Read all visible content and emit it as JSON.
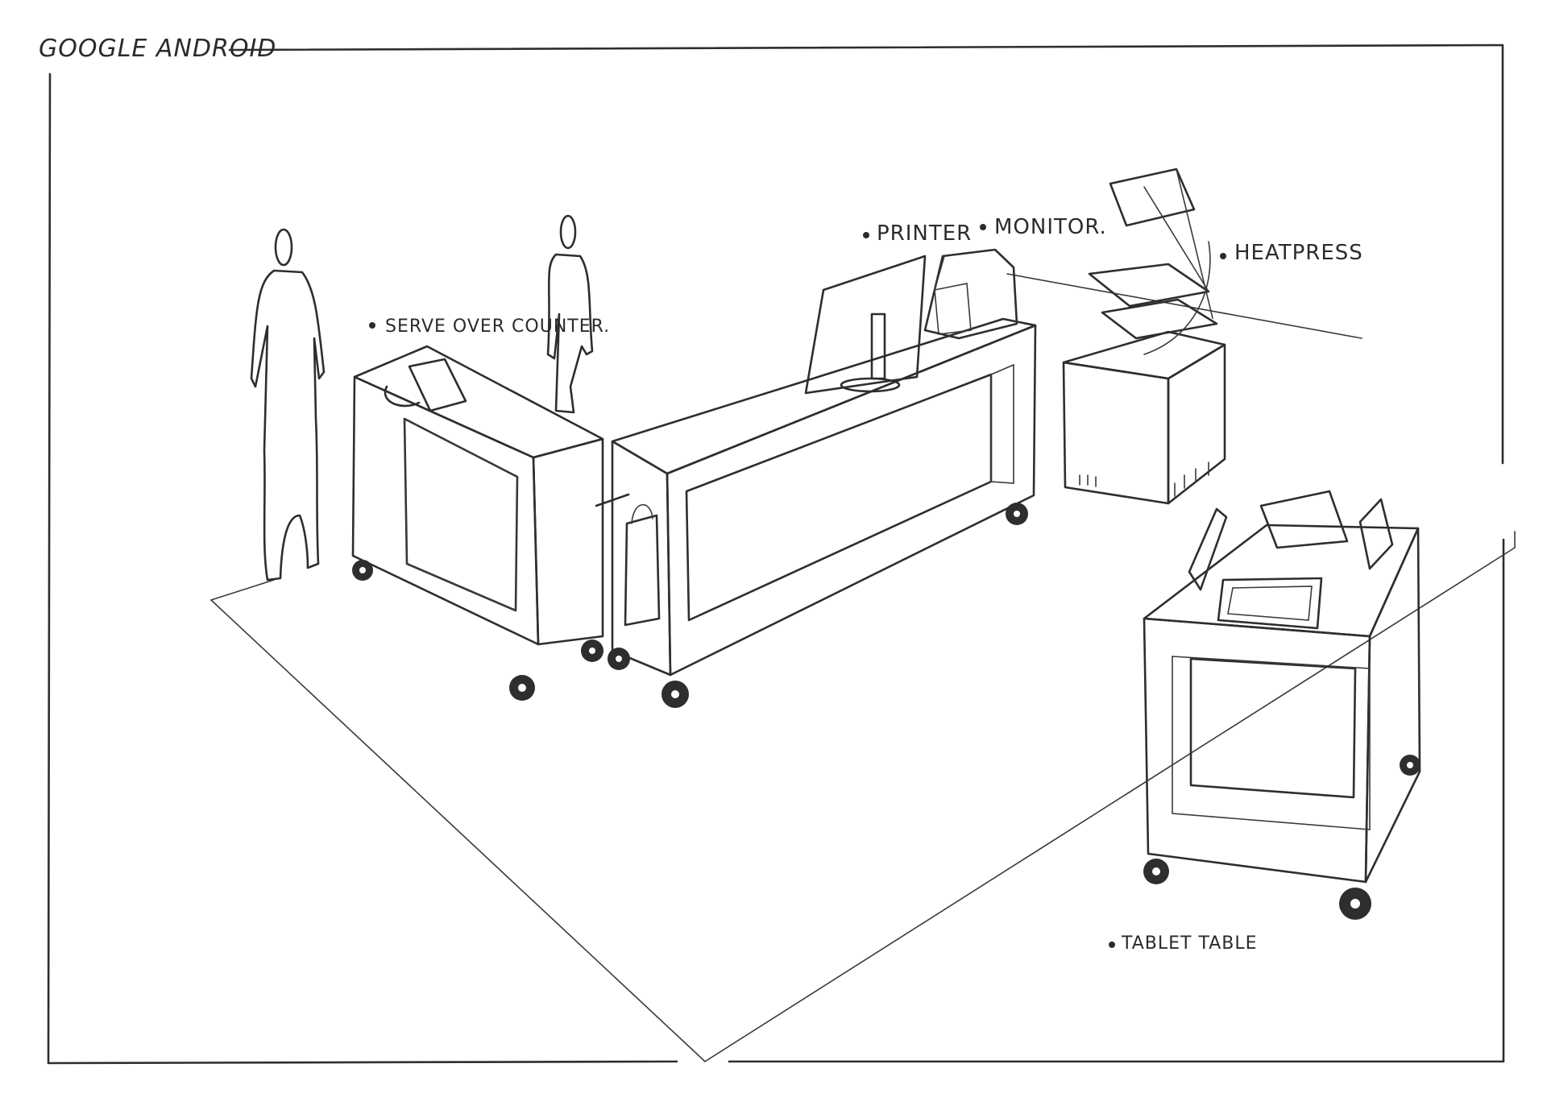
{
  "sketch": {
    "title": "GOOGLE ANDROID",
    "labels": {
      "serve_over_counter": "SERVE OVER COUNTER.",
      "printer": "PRINTER",
      "monitor": "MONITOR.",
      "heatpress": "HEATPRESS",
      "tablet_table": "TABLET TABLE"
    },
    "colors": {
      "accent": "#e8141c",
      "ink": "#2e2e2e",
      "grey_panel": "#c8c8c8",
      "paper": "#ffffff"
    }
  }
}
